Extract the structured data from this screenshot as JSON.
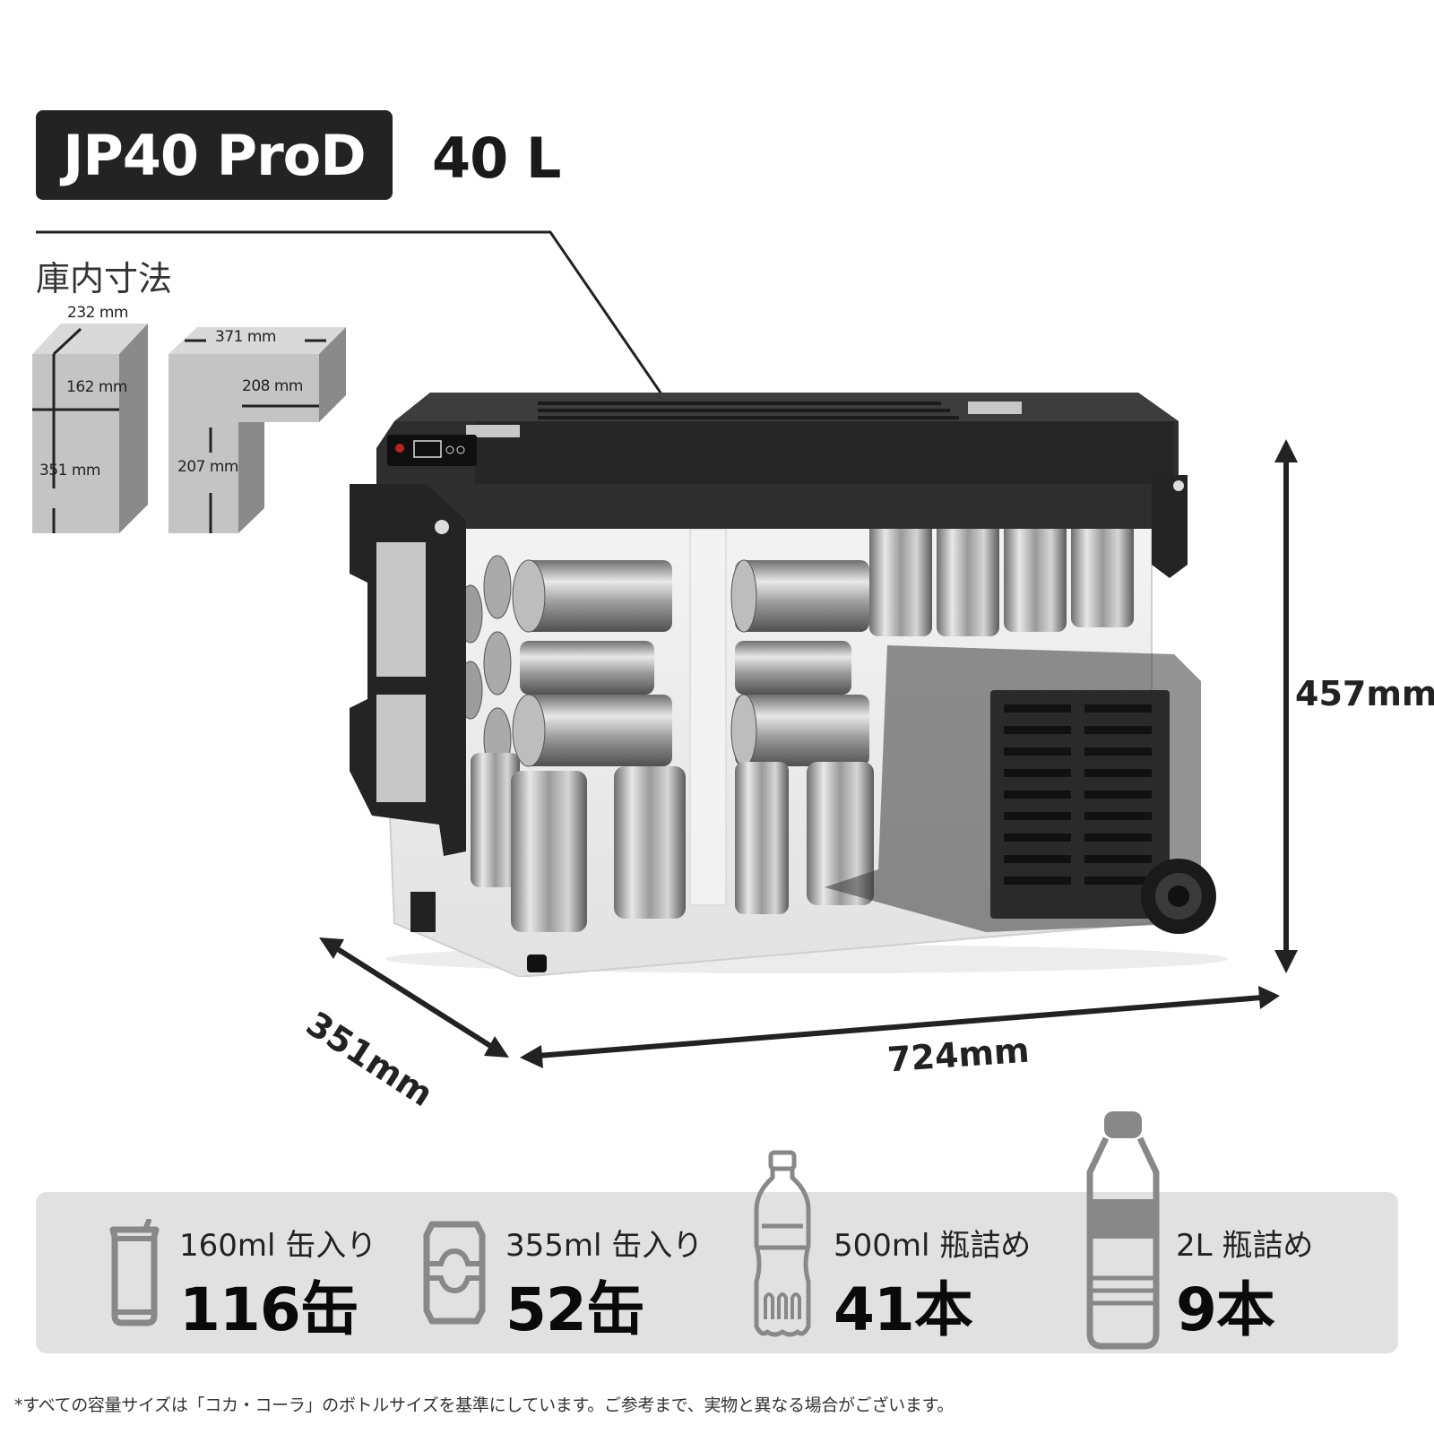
{
  "header": {
    "model": "JP40 ProD",
    "capacity": "40 L",
    "inner_dimensions_title": "庫内寸法"
  },
  "inner_dimensions": {
    "left_compartment": {
      "depth": "232 mm",
      "width": "162 mm",
      "height": "351 mm"
    },
    "right_compartment": {
      "top_width": "371 mm",
      "step_width": "208 mm",
      "height": "207 mm"
    }
  },
  "outer_dimensions": {
    "height": "457mm",
    "width": "724mm",
    "depth": "351mm"
  },
  "capacity_stats": [
    {
      "icon": "small-can-icon",
      "label": "160ml 缶入り",
      "value": "116缶"
    },
    {
      "icon": "large-can-icon",
      "label": "355ml 缶入り",
      "value": "52缶"
    },
    {
      "icon": "500ml-bottle-icon",
      "label": "500ml 瓶詰め",
      "value": "41本"
    },
    {
      "icon": "2l-bottle-icon",
      "label": "2L 瓶詰め",
      "value": "9本"
    }
  ],
  "footnote": "*すべての容量サイズは「コカ・コーラ」のボトルサイズを基準にしています。ご参考まで、実物と異なる場合がございます。",
  "colors": {
    "badge_bg": "#232323",
    "panel_bg": "#e1e1e1",
    "icon_gray": "#888888",
    "box_front": "#c4c4c4",
    "box_top": "#d9d9d9",
    "box_side": "#8a8a8a"
  }
}
